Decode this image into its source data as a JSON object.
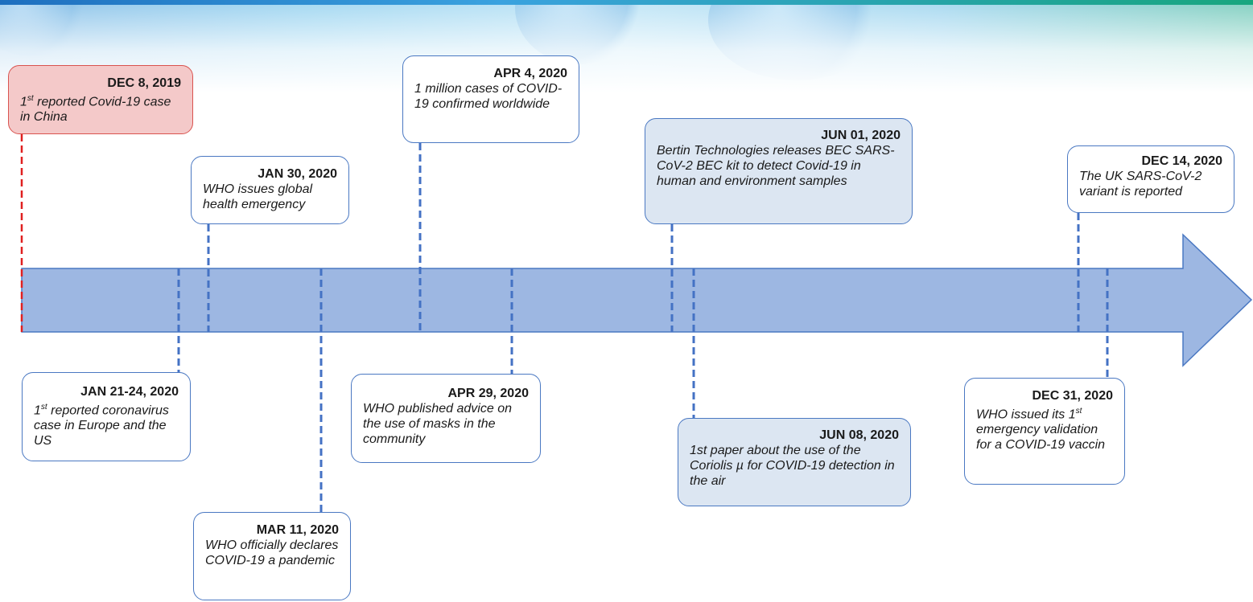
{
  "events": [
    {
      "date": "DEC 8, 2019",
      "pre": "1",
      "sup": "st",
      "post": " reported Covid-19 case in China"
    },
    {
      "date": "JAN 21-24, 2020",
      "pre": "1",
      "sup": "st",
      "post": " reported coronavirus case in Europe and the US"
    },
    {
      "date": "JAN 30, 2020",
      "text": "WHO issues global health emergency"
    },
    {
      "date": "MAR 11, 2020",
      "text": "WHO officially declares COVID-19 a pandemic"
    },
    {
      "date": "APR 4, 2020",
      "text": "1 million cases of COVID-19 confirmed worldwide"
    },
    {
      "date": "APR 29, 2020",
      "text": "WHO published advice on the use of masks in the community"
    },
    {
      "date": "JUN 01, 2020",
      "text": "Bertin Technologies releases BEC SARS-CoV-2 BEC kit to detect Covid-19 in human and environment samples"
    },
    {
      "date": "JUN 08, 2020",
      "text": "1st paper about the use of the Coriolis µ for COVID-19 detection in the air"
    },
    {
      "date": "DEC 14, 2020",
      "text": "The UK SARS-CoV-2 variant is reported"
    },
    {
      "date": "DEC 31, 2020",
      "pre": "WHO issued its 1",
      "sup": "st",
      "post": " emergency validation for a COVID-19 vaccin"
    }
  ],
  "colors": {
    "arrow_fill": "#9db7e2",
    "arrow_stroke": "#4a78c2",
    "connector": "#4472c4",
    "first_event": "#e02020",
    "first_box_fill": "#f4c9c9",
    "filled_box": "#dce6f2"
  }
}
